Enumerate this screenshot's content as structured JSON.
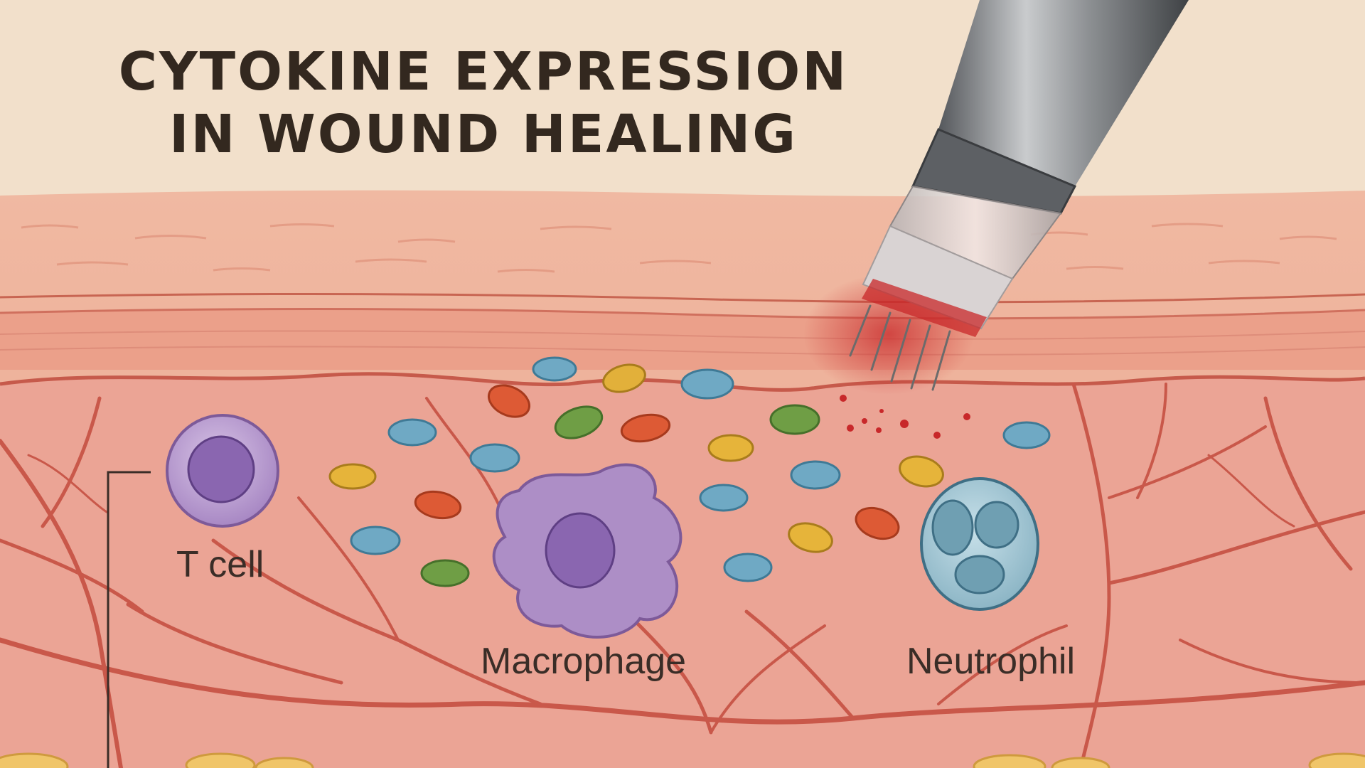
{
  "title": {
    "line1": "CYTOKINE EXPRESSION",
    "line2": "IN WOUND HEALING"
  },
  "labels": {
    "t_cell": "T cell",
    "macrophage": "Macrophage",
    "neutrophil": "Neutrophil"
  },
  "colors": {
    "background": "#f2e0cb",
    "skin": "#eeab95",
    "dermis": "#eaa496",
    "vessel": "#c9584a",
    "t_cell": "#b99ad0",
    "macrophage": "#a98ac4",
    "neutrophil": "#a6c9d6",
    "blood": "#c8282a",
    "cytokine_blue": "#6fa9c4",
    "cytokine_orange": "#dd5a35",
    "cytokine_yellow": "#e6b43a",
    "cytokine_green": "#6f9e45"
  },
  "icons": {
    "device": "microneedling-pen-icon"
  }
}
